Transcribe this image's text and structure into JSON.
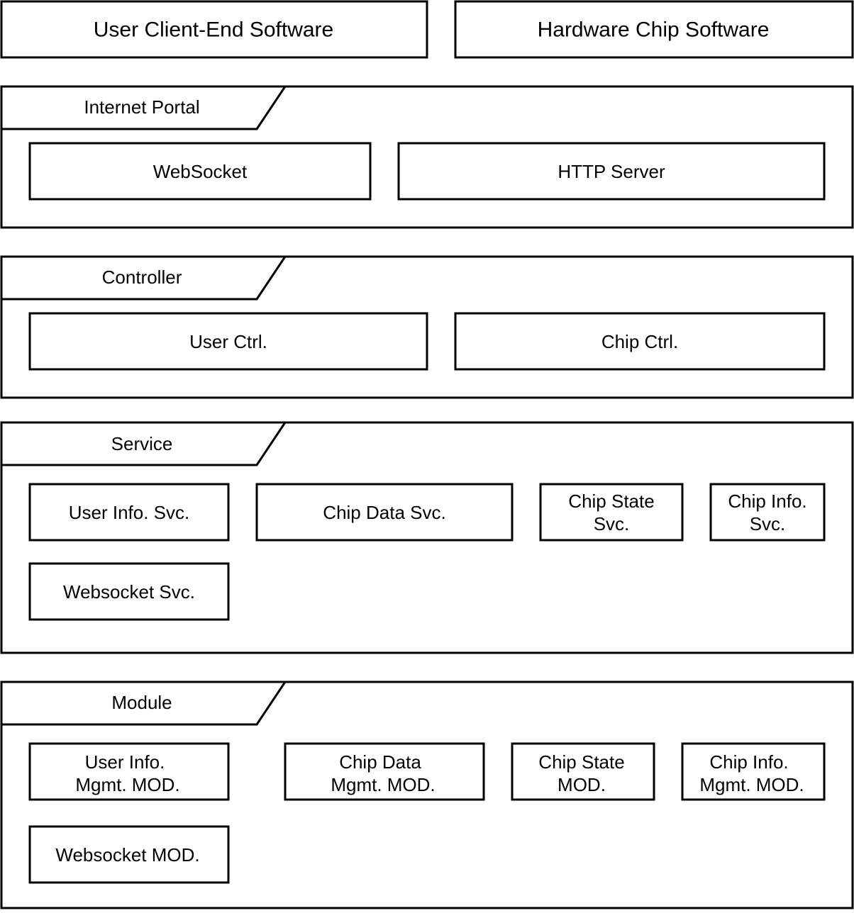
{
  "top": {
    "client": "User Client-End Software",
    "hardware": "Hardware Chip Software"
  },
  "layers": {
    "portal": {
      "title": "Internet Portal",
      "items": [
        "WebSocket",
        "HTTP Server"
      ]
    },
    "controller": {
      "title": "Controller",
      "items": [
        "User Ctrl.",
        "Chip Ctrl."
      ]
    },
    "service": {
      "title": "Service",
      "items": [
        [
          "User Info. Svc."
        ],
        [
          "Chip Data Svc."
        ],
        [
          "Chip State",
          "Svc."
        ],
        [
          "Chip Info.",
          "Svc."
        ],
        [
          "Websocket Svc."
        ]
      ]
    },
    "module": {
      "title": "Module",
      "items": [
        [
          "User Info.",
          "Mgmt. MOD."
        ],
        [
          "Chip Data",
          "Mgmt. MOD."
        ],
        [
          "Chip State",
          "MOD."
        ],
        [
          "Chip Info.",
          "Mgmt. MOD."
        ],
        [
          "Websocket MOD."
        ]
      ]
    }
  }
}
